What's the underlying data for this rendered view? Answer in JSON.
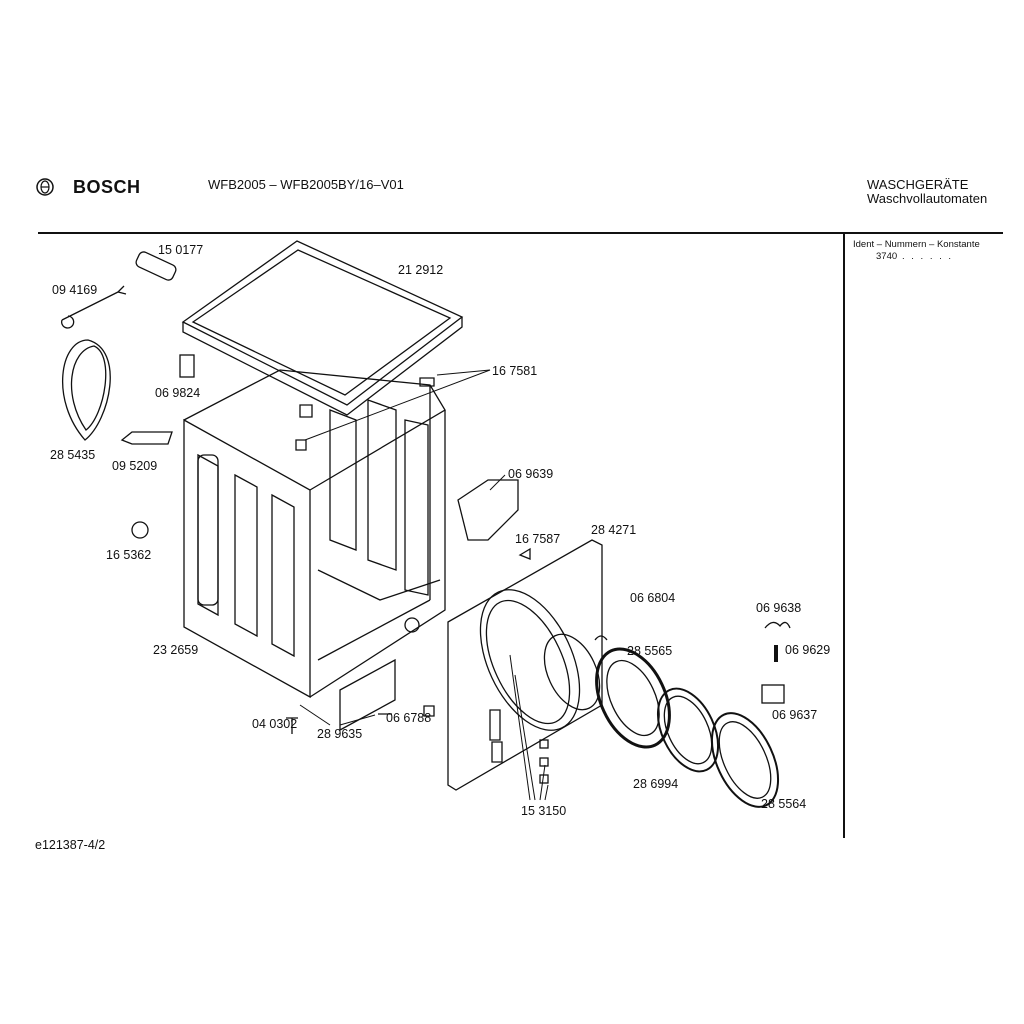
{
  "header": {
    "brand": "BOSCH",
    "model": "WFB2005 – WFB2005BY/16–V01",
    "category": "WASCHGERÄTE",
    "subcategory": "Waschvollautomaten"
  },
  "ident": {
    "heading": "Ident – Nummern – Konstante",
    "value": "3740",
    "dots": ". .   . . . ."
  },
  "parts": [
    "15 0177",
    "09 4169",
    "21 2912",
    "06 9824",
    "16 7581",
    "28 5435",
    "09 5209",
    "06 9639",
    "16 5362",
    "16 7587",
    "28 4271",
    "06 6804",
    "06 9638",
    "28 5565",
    "06 9629",
    "23 2659",
    "06 9637",
    "04 0302",
    "28 9635",
    "06 6788",
    "28 6994",
    "15 3150",
    "28 5564"
  ],
  "footer": {
    "doc_id": "e121387-4/2"
  }
}
